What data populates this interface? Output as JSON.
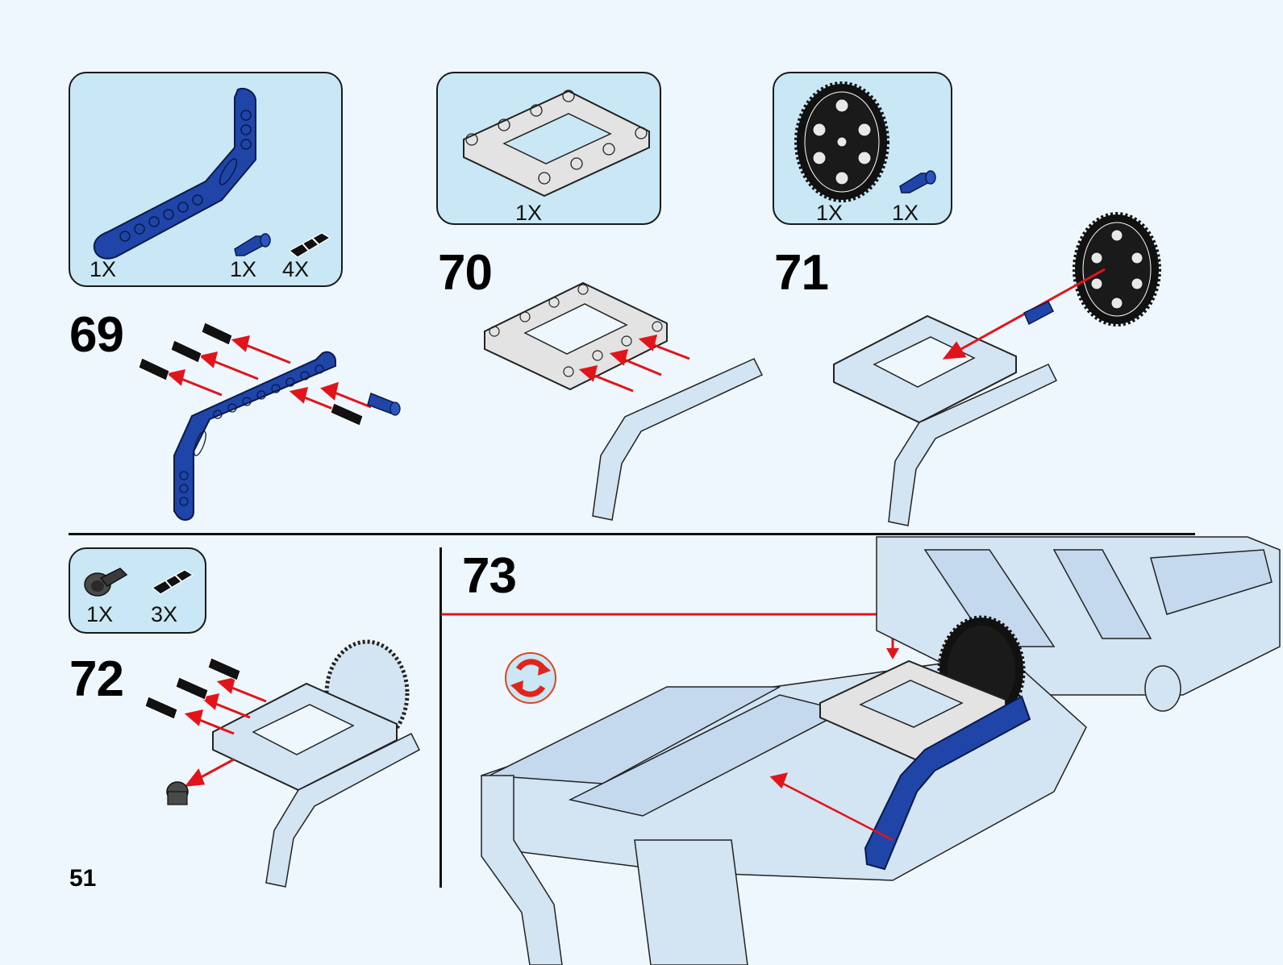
{
  "page": {
    "number": "51",
    "background_color": "#eef7fd",
    "callout_color": "#c9e7f5",
    "arrow_color": "#e2141b",
    "beam_blue": "#1f45a8",
    "model_color": "#d3e4f3"
  },
  "steps": [
    {
      "number": "69",
      "parts": [
        {
          "icon": "blue-bent-liftarm",
          "quantity": "1X"
        },
        {
          "icon": "blue-axle-pin",
          "quantity": "1X"
        },
        {
          "icon": "black-friction-pin",
          "quantity": "4X"
        }
      ]
    },
    {
      "number": "70",
      "parts": [
        {
          "icon": "light-gray-open-frame",
          "quantity": "1X"
        }
      ]
    },
    {
      "number": "71",
      "parts": [
        {
          "icon": "black-40-tooth-gear",
          "quantity": "1X"
        },
        {
          "icon": "blue-axle-pin",
          "quantity": "1X"
        }
      ]
    },
    {
      "number": "72",
      "parts": [
        {
          "icon": "dark-gray-pin-connector",
          "quantity": "1X"
        },
        {
          "icon": "black-friction-pin",
          "quantity": "3X"
        }
      ]
    },
    {
      "number": "73",
      "parts": [],
      "indicator": "rotate-model-icon"
    }
  ]
}
